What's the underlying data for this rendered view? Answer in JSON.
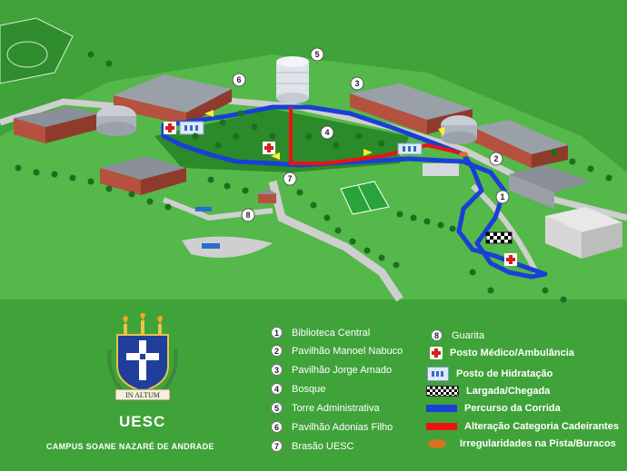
{
  "map": {
    "markers": [
      {
        "num": "1",
        "name": "Biblioteca Central"
      },
      {
        "num": "2",
        "name": "Pavilhão Manoel Nabuco"
      },
      {
        "num": "3",
        "name": "Pavilhão Jorge Amado"
      },
      {
        "num": "4",
        "name": "Bosque"
      },
      {
        "num": "5",
        "name": "Torre Administrativa"
      },
      {
        "num": "6",
        "name": "Pavilhão Adonias Filho"
      },
      {
        "num": "7",
        "name": "Brasão UESC"
      },
      {
        "num": "8",
        "name": "Guarita"
      }
    ]
  },
  "legend": {
    "left": [
      {
        "num": "1",
        "label": "Biblioteca Central"
      },
      {
        "num": "2",
        "label": "Pavilhão Manoel Nabuco"
      },
      {
        "num": "3",
        "label": "Pavilhão Jorge Amado"
      },
      {
        "num": "4",
        "label": "Bosque"
      },
      {
        "num": "5",
        "label": "Torre Administrativa"
      },
      {
        "num": "6",
        "label": "Pavilhão Adonias Filho"
      },
      {
        "num": "7",
        "label": "Brasão UESC"
      }
    ],
    "right": {
      "guarita": {
        "num": "8",
        "label": "Guarita"
      },
      "medico": "Posto Médico/Ambulância",
      "hidratacao": "Posto de Hidratação",
      "largada": "Largada/Chegada",
      "percurso": "Percurso da Corrida",
      "cadeirantes": "Alteração Categoria Cadeirantes",
      "irregularidades": "Irregularidades na Pista/Buracos"
    }
  },
  "crest": {
    "motto": "IN ALTUM"
  },
  "brand": {
    "title": "UESC",
    "campus": "CAMPUS SOANE NAZARÉ DE ANDRADE"
  },
  "colors": {
    "grass": "#3fa33a",
    "route": "#1a3fd6",
    "wheelchair_route": "#ee1111",
    "irregularity": "#d8741e",
    "road": "#cfcfcf",
    "building_roof": "#8a8f99"
  }
}
